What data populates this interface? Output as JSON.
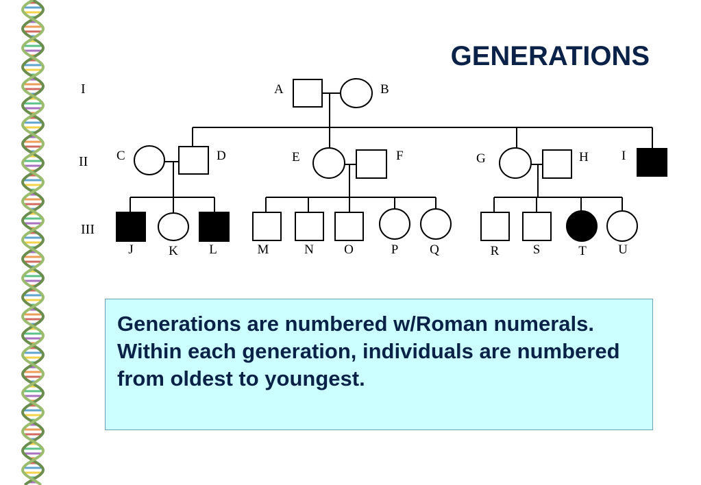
{
  "slide": {
    "title": "GENERATIONS",
    "note": "Generations are numbered w/Roman numerals.  Within each generation, individuals are numbered from oldest to youngest."
  },
  "pedigree": {
    "generations": [
      "I",
      "II",
      "III"
    ],
    "individuals": {
      "A": {
        "label": "A",
        "shape": "square",
        "affected": false
      },
      "B": {
        "label": "B",
        "shape": "circle",
        "affected": false
      },
      "C": {
        "label": "C",
        "shape": "circle",
        "affected": false
      },
      "D": {
        "label": "D",
        "shape": "square",
        "affected": false
      },
      "E": {
        "label": "E",
        "shape": "circle",
        "affected": false
      },
      "F": {
        "label": "F",
        "shape": "square",
        "affected": false
      },
      "G": {
        "label": "G",
        "shape": "circle",
        "affected": false
      },
      "H": {
        "label": "H",
        "shape": "square",
        "affected": false
      },
      "I": {
        "label": "I",
        "shape": "square",
        "affected": true
      },
      "J": {
        "label": "J",
        "shape": "square",
        "affected": true
      },
      "K": {
        "label": "K",
        "shape": "circle",
        "affected": false
      },
      "L": {
        "label": "L",
        "shape": "square",
        "affected": true
      },
      "M": {
        "label": "M",
        "shape": "square",
        "affected": false
      },
      "N": {
        "label": "N",
        "shape": "square",
        "affected": false
      },
      "O": {
        "label": "O",
        "shape": "square",
        "affected": false
      },
      "P": {
        "label": "P",
        "shape": "circle",
        "affected": false
      },
      "Q": {
        "label": "Q",
        "shape": "circle",
        "affected": false
      },
      "R": {
        "label": "R",
        "shape": "square",
        "affected": false
      },
      "S": {
        "label": "S",
        "shape": "square",
        "affected": false
      },
      "T": {
        "label": "T",
        "shape": "circle",
        "affected": true
      },
      "U": {
        "label": "U",
        "shape": "circle",
        "affected": false
      }
    }
  },
  "colors": {
    "title": "#0b2248",
    "note_background": "#ccffff",
    "note_border": "#6a9fb5"
  }
}
